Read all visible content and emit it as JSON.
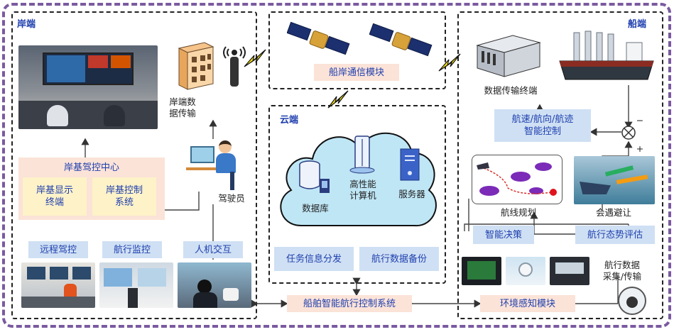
{
  "panels": {
    "shore": "岸端",
    "ship": "船端",
    "cloud": "云端"
  },
  "shore": {
    "center": "岸基驾控中心",
    "display": "岸基显示\n终端",
    "control": "岸基控制\n系统",
    "transmit": "岸端数\n据传输",
    "operator": "驾驶员",
    "remote": "远程驾控",
    "monitor": "航行监控",
    "hci": "人机交互"
  },
  "comm": {
    "module": "船岸通信模块"
  },
  "cloud": {
    "db": "数据库",
    "hpc": "高性能\n计算机",
    "server": "服务器",
    "task": "任务信息分发",
    "backup": "航行数据备份"
  },
  "ship": {
    "terminal": "数据传输终端",
    "control": "航速/航向/航迹\n智能控制",
    "route": "航线规划",
    "avoid": "会遇避让",
    "decision": "智能决策",
    "assess": "航行态势评估",
    "collect": "航行数据\n采集/传输",
    "env": "环境感知模块",
    "minus": "−",
    "plus": "+"
  },
  "system": "船舶智能航行控制系统",
  "colors": {
    "frame": "#7a5aa0",
    "title": "#1f3fae",
    "pink": "#fbe3d8",
    "yellow": "#fdf2c8",
    "blue": "#cfe0f4"
  }
}
